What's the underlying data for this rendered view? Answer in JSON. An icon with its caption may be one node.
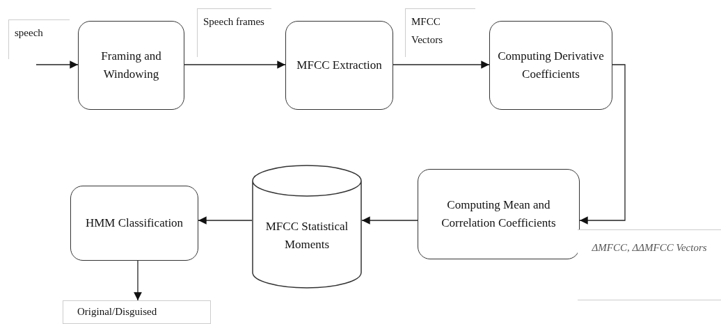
{
  "diagram": {
    "nodes": [
      {
        "text": [
          "Framing and Windowing"
        ]
      },
      {
        "text": [
          "MFCC Extraction"
        ]
      },
      {
        "text": [
          "Computing Derivative Coefficients"
        ]
      },
      {
        "text": [
          "Computing Mean and Correlation Coefficients"
        ]
      },
      {
        "text": [
          "MFCC Statistical Moments"
        ]
      },
      {
        "text": [
          "HMM Classification"
        ]
      },
      {
        "text": [
          "Original/Disguised"
        ]
      }
    ],
    "edges": [
      {
        "from": null,
        "to": 0,
        "arrow": "to",
        "label": "speech"
      },
      {
        "from": 0,
        "to": 1,
        "arrow": "to",
        "label": "Speech frames"
      },
      {
        "from": 1,
        "to": 2,
        "arrow": "to",
        "label": "MFCC Vectors"
      },
      {
        "from": 2,
        "to": 3,
        "arrow": "to",
        "label": "ΔMFCC, ΔΔMFCC Vectors"
      },
      {
        "from": 3,
        "to": 4,
        "arrow": "to"
      },
      {
        "from": 4,
        "to": 5,
        "arrow": "to"
      },
      {
        "from": 5,
        "to": 6,
        "arrow": "to"
      }
    ]
  }
}
